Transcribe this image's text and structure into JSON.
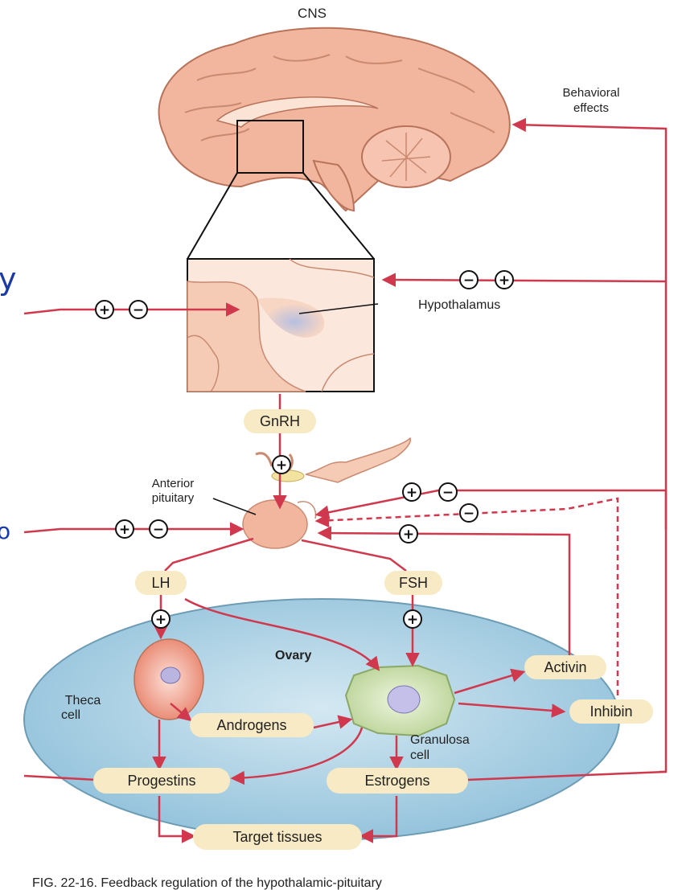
{
  "labels": {
    "cns": "CNS",
    "behavioral_1": "Behavioral",
    "behavioral_2": "effects",
    "hypothalamus": "Hypothalamus",
    "anterior_1": "Anterior",
    "anterior_2": "pituitary",
    "ovary": "Ovary",
    "theca_1": "Theca",
    "theca_2": "cell",
    "granulosa_1": "Granulosa",
    "granulosa_2": "cell",
    "caption": "FIG. 22-16. Feedback regulation of the hypothalamic-pituitary"
  },
  "hormones": {
    "gnrh": "GnRH",
    "lh": "LH",
    "fsh": "FSH",
    "activin": "Activin",
    "inhibin": "Inhibin",
    "androgens": "Androgens",
    "progestins": "Progestins",
    "estrogens": "Estrogens",
    "target": "Target tissues"
  },
  "signs": {
    "plus": "+",
    "minus": "−"
  },
  "side_letters": {
    "upper": "y",
    "lower": "o"
  },
  "colors": {
    "arrow": "#d0394d",
    "pill": "#f7eac4",
    "brain": "#f2b69e",
    "ovary": "#a8cfe3",
    "side_text": "#1a3aa8"
  }
}
